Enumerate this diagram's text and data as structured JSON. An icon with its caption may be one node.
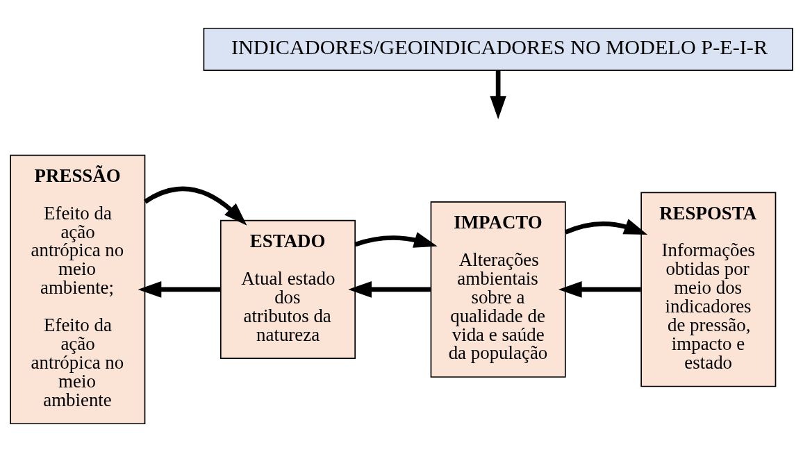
{
  "diagram": {
    "nodes": [
      {
        "text": [
          "INDICADORES/GEOINDICADORES NO MODELO P-E-I-R"
        ]
      },
      {
        "text": [
          "PRESSÃO",
          "Efeito da ação antrópica no meio ambiente;",
          "Efeito da ação antrópica no meio ambiente"
        ]
      },
      {
        "text": [
          "ESTADO",
          "Atual estado dos atributos da natureza"
        ]
      },
      {
        "text": [
          "IMPACTO",
          "Alterações ambientais sobre a qualidade de vida e saúde da população"
        ]
      },
      {
        "text": [
          "RESPOSTA",
          "Informações obtidas por meio dos indicadores de pressão, impacto e estado"
        ]
      }
    ],
    "edges": [
      {
        "from": 0,
        "to": null,
        "arrow": "to"
      },
      {
        "from": 2,
        "to": 1,
        "arrow": "to"
      },
      {
        "from": 1,
        "to": 2,
        "arrow": "to"
      },
      {
        "from": 3,
        "to": 2,
        "arrow": "to"
      },
      {
        "from": 2,
        "to": 3,
        "arrow": "to"
      },
      {
        "from": 4,
        "to": 3,
        "arrow": "to"
      },
      {
        "from": 3,
        "to": 4,
        "arrow": "to"
      }
    ]
  }
}
